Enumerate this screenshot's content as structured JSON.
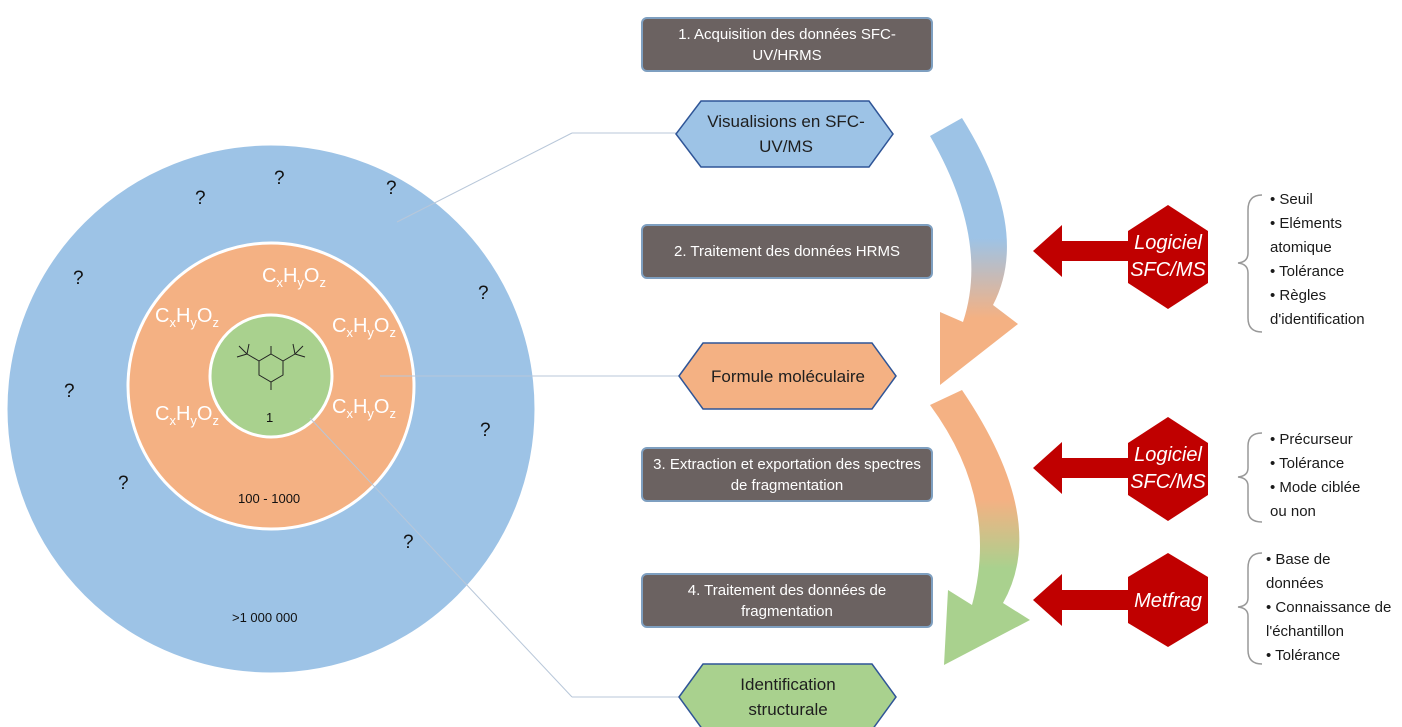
{
  "steps": [
    "1. Acquisition des données SFC-UV/HRMS",
    "2. Traitement des données HRMS",
    "3. Extraction et exportation des spectres de fragmentation",
    "4. Traitement des données de fragmentation"
  ],
  "outcomes": [
    {
      "label": "Visualisions en SFC-UV/MS",
      "color": "#9dc3e6"
    },
    {
      "label": "Formule moléculaire",
      "color": "#f4b183"
    },
    {
      "label": "Identification structurale",
      "color": "#a9d18e"
    }
  ],
  "tools": [
    {
      "label": "Logiciel SFC/MS",
      "params": [
        "Seuil",
        "Eléments atomique",
        "Tolérance",
        "Règles d'identification"
      ]
    },
    {
      "label": "Logiciel SFC/MS",
      "params": [
        "Précurseur",
        "Tolérance",
        "Mode ciblée ou non"
      ]
    },
    {
      "label": "Metfrag",
      "params": [
        "Base de données",
        "Connaissance de l'échantillon",
        "Tolérance"
      ]
    }
  ],
  "circles": {
    "outer_count": ">1 000 000",
    "middle_count": "100 - 1000",
    "inner_count": "1",
    "unknown_mark": "?",
    "formula": {
      "c": "C",
      "x": "x",
      "h": "H",
      "y": "y",
      "o": "O",
      "z": "z"
    }
  },
  "colors": {
    "blue": "#9dc3e6",
    "orange": "#f4b183",
    "green": "#a9d18e",
    "step_box": "#6b6261",
    "tool": "#c00000"
  }
}
